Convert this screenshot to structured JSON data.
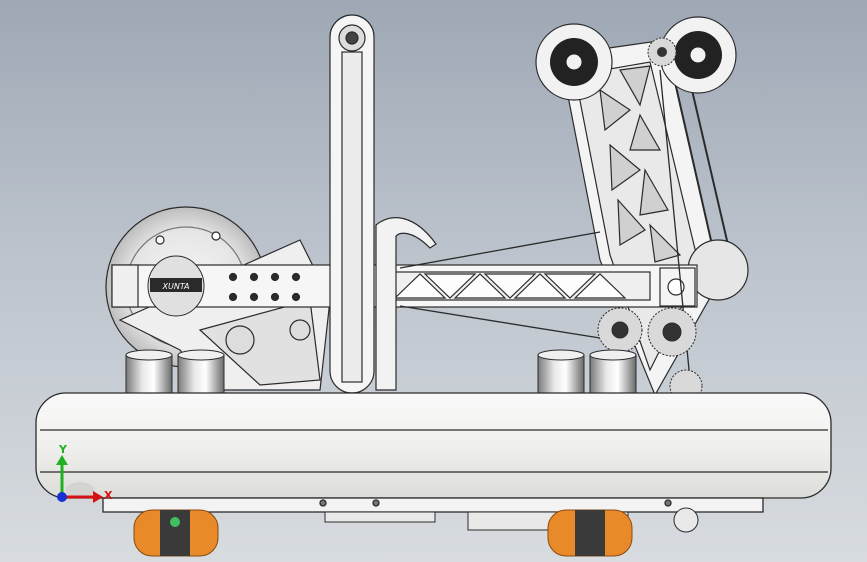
{
  "viewport": {
    "background_top": "#9ea8b5",
    "background_bottom": "#d8dce0"
  },
  "model": {
    "plate_logo_text": "XUNTA",
    "part_color": "#f4f4f4",
    "edge_color": "#2b2b2b",
    "wheel_color": "#e88a2a"
  },
  "triad": {
    "x_label": "X",
    "y_label": "Y",
    "x_color": "#d41414",
    "y_color": "#20b020",
    "z_color": "#1432d4"
  }
}
